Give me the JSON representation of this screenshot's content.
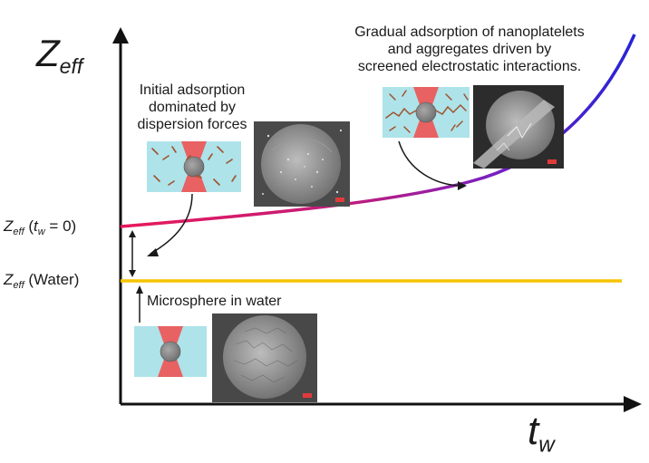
{
  "axes": {
    "y_symbol": "Z",
    "y_subscript": "eff",
    "x_symbol": "t",
    "x_subscript": "w"
  },
  "y_levels": {
    "initial": {
      "symbol": "Z",
      "subscript": "eff",
      "rest": " (",
      "var": "t",
      "var_sub": "w",
      "tail": " = 0)"
    },
    "water": {
      "symbol": "Z",
      "subscript": "eff",
      "tail": " (Water)"
    }
  },
  "annotations": {
    "initial_line1": "Initial adsorption",
    "initial_line2": "dominated by",
    "initial_line3": "dispersion forces",
    "gradual_line1": "Gradual adsorption of nanoplatelets",
    "gradual_line2": "and aggregates driven by",
    "gradual_line3": "screened electrostatic interactions.",
    "water_label": "Microsphere in water"
  },
  "colors": {
    "water_line": "#f5c400",
    "curve_start": "#e8185a",
    "curve_end": "#2424d8",
    "water_bg": "#aee3ea",
    "laser": "#f24b4b",
    "sphere": "#8c8c8c",
    "platelet": "#a0522d"
  }
}
